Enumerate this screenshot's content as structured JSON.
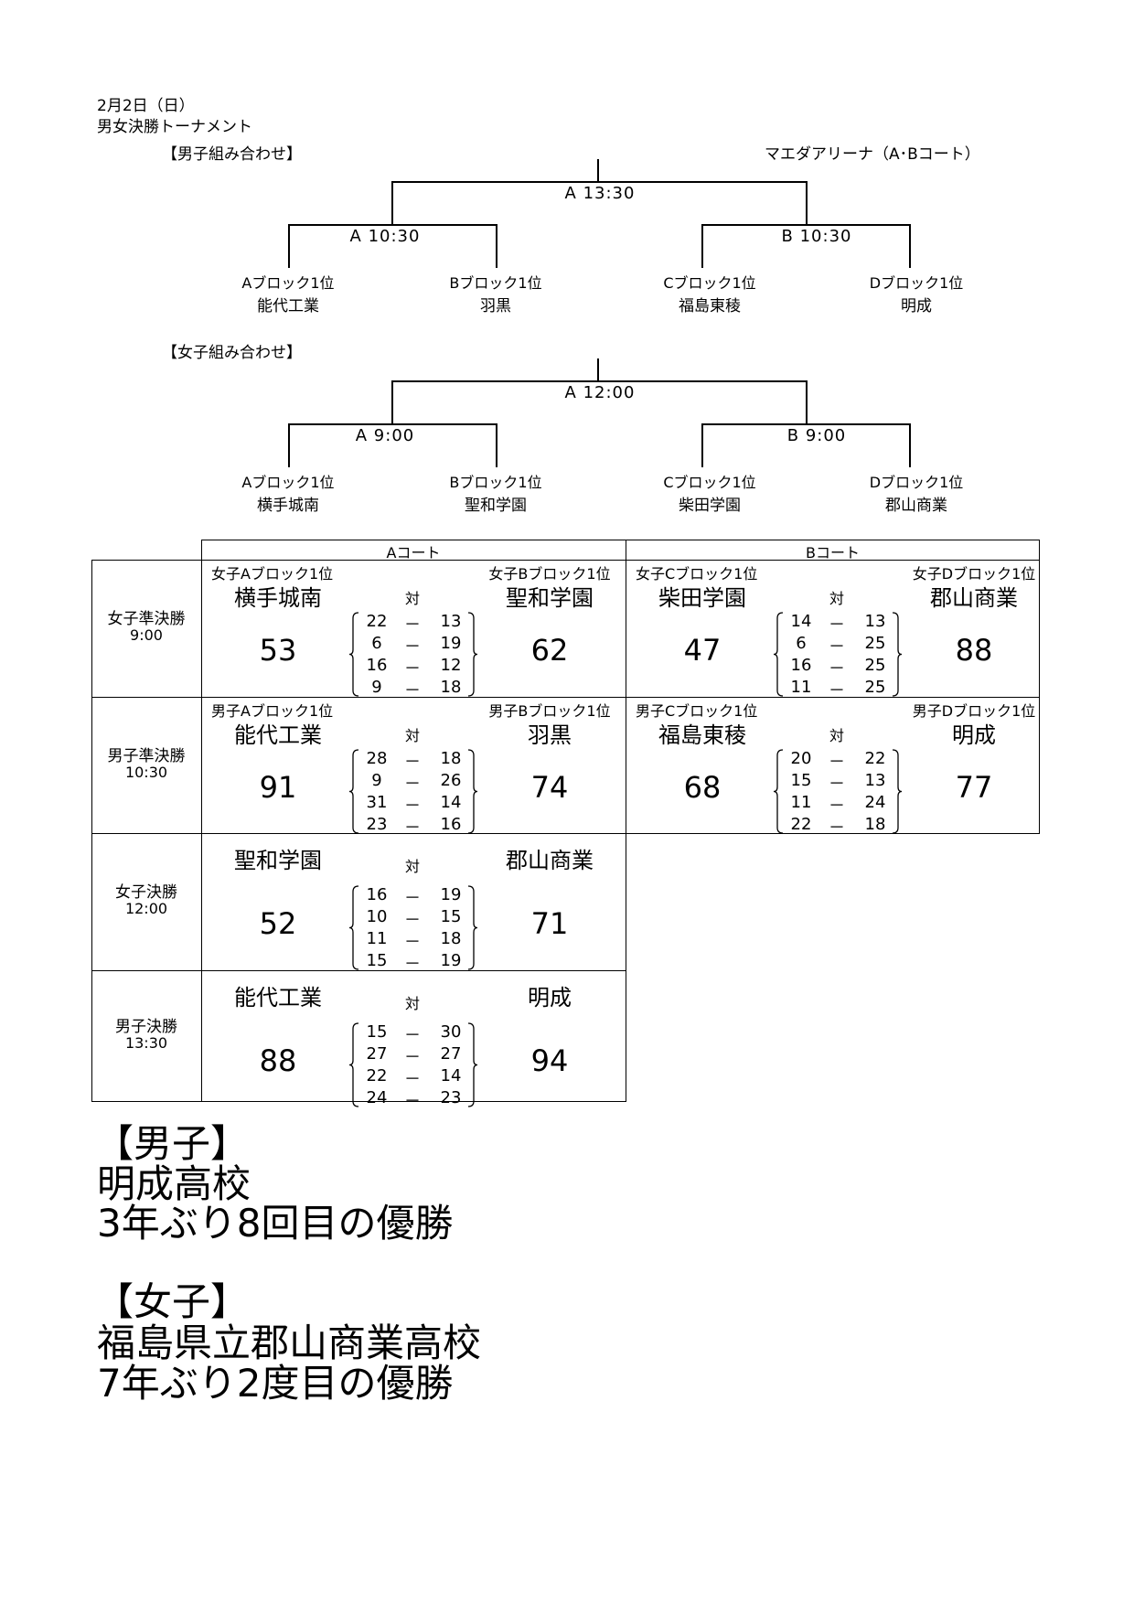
{
  "header": {
    "date": "2月2日（日）",
    "title": "男女決勝トーナメント"
  },
  "men_bracket": {
    "heading": "【男子組み合わせ】",
    "venue": "マエダアリーナ（A･Bコート）",
    "final_time": "A  13:30",
    "semi_times": [
      "A  10:30",
      "B  10:30"
    ],
    "entries": [
      {
        "seed": "Aブロック1位",
        "team": "能代工業"
      },
      {
        "seed": "Bブロック1位",
        "team": "羽黒"
      },
      {
        "seed": "Cブロック1位",
        "team": "福島東稜"
      },
      {
        "seed": "Dブロック1位",
        "team": "明成"
      }
    ]
  },
  "women_bracket": {
    "heading": "【女子組み合わせ】",
    "final_time": "A  12:00",
    "semi_times": [
      "A  9:00",
      "B  9:00"
    ],
    "entries": [
      {
        "seed": "Aブロック1位",
        "team": "横手城南"
      },
      {
        "seed": "Bブロック1位",
        "team": "聖和学園"
      },
      {
        "seed": "Cブロック1位",
        "team": "柴田学園"
      },
      {
        "seed": "Dブロック1位",
        "team": "郡山商業"
      }
    ]
  },
  "results_table": {
    "court_headers": [
      "Aコート",
      "Bコート"
    ],
    "rows": [
      {
        "round": "女子準決勝",
        "time": "9:00",
        "matches": [
          {
            "left_seed": "女子Aブロック1位",
            "right_seed": "女子Bブロック1位",
            "left_team": "横手城南",
            "right_team": "聖和学園",
            "vs": "対",
            "left_score": "53",
            "right_score": "62",
            "periods": [
              [
                "22",
                "13"
              ],
              [
                "6",
                "19"
              ],
              [
                "16",
                "12"
              ],
              [
                "9",
                "18"
              ]
            ]
          },
          {
            "left_seed": "女子Cブロック1位",
            "right_seed": "女子Dブロック1位",
            "left_team": "柴田学園",
            "right_team": "郡山商業",
            "vs": "対",
            "left_score": "47",
            "right_score": "88",
            "periods": [
              [
                "14",
                "13"
              ],
              [
                "6",
                "25"
              ],
              [
                "16",
                "25"
              ],
              [
                "11",
                "25"
              ]
            ]
          }
        ]
      },
      {
        "round": "男子準決勝",
        "time": "10:30",
        "matches": [
          {
            "left_seed": "男子Aブロック1位",
            "right_seed": "男子Bブロック1位",
            "left_team": "能代工業",
            "right_team": "羽黒",
            "vs": "対",
            "left_score": "91",
            "right_score": "74",
            "periods": [
              [
                "28",
                "18"
              ],
              [
                "9",
                "26"
              ],
              [
                "31",
                "14"
              ],
              [
                "23",
                "16"
              ]
            ]
          },
          {
            "left_seed": "男子Cブロック1位",
            "right_seed": "男子Dブロック1位",
            "left_team": "福島東稜",
            "right_team": "明成",
            "vs": "対",
            "left_score": "68",
            "right_score": "77",
            "periods": [
              [
                "20",
                "22"
              ],
              [
                "15",
                "13"
              ],
              [
                "11",
                "24"
              ],
              [
                "22",
                "18"
              ]
            ]
          }
        ]
      },
      {
        "round": "女子決勝",
        "time": "12:00",
        "matches": [
          {
            "left_team": "聖和学園",
            "right_team": "郡山商業",
            "vs": "対",
            "left_score": "52",
            "right_score": "71",
            "periods": [
              [
                "16",
                "19"
              ],
              [
                "10",
                "15"
              ],
              [
                "11",
                "18"
              ],
              [
                "15",
                "19"
              ]
            ]
          }
        ]
      },
      {
        "round": "男子決勝",
        "time": "13:30",
        "matches": [
          {
            "left_team": "能代工業",
            "right_team": "明成",
            "vs": "対",
            "left_score": "88",
            "right_score": "94",
            "periods": [
              [
                "15",
                "30"
              ],
              [
                "27",
                "27"
              ],
              [
                "22",
                "14"
              ],
              [
                "24",
                "23"
              ]
            ]
          }
        ]
      }
    ],
    "dash": "－"
  },
  "summary": {
    "men_heading": "【男子】",
    "men_champion": "明成高校",
    "men_note": "3年ぶり8回目の優勝",
    "women_heading": "【女子】",
    "women_champion": "福島県立郡山商業高校",
    "women_note": "7年ぶり2度目の優勝"
  }
}
